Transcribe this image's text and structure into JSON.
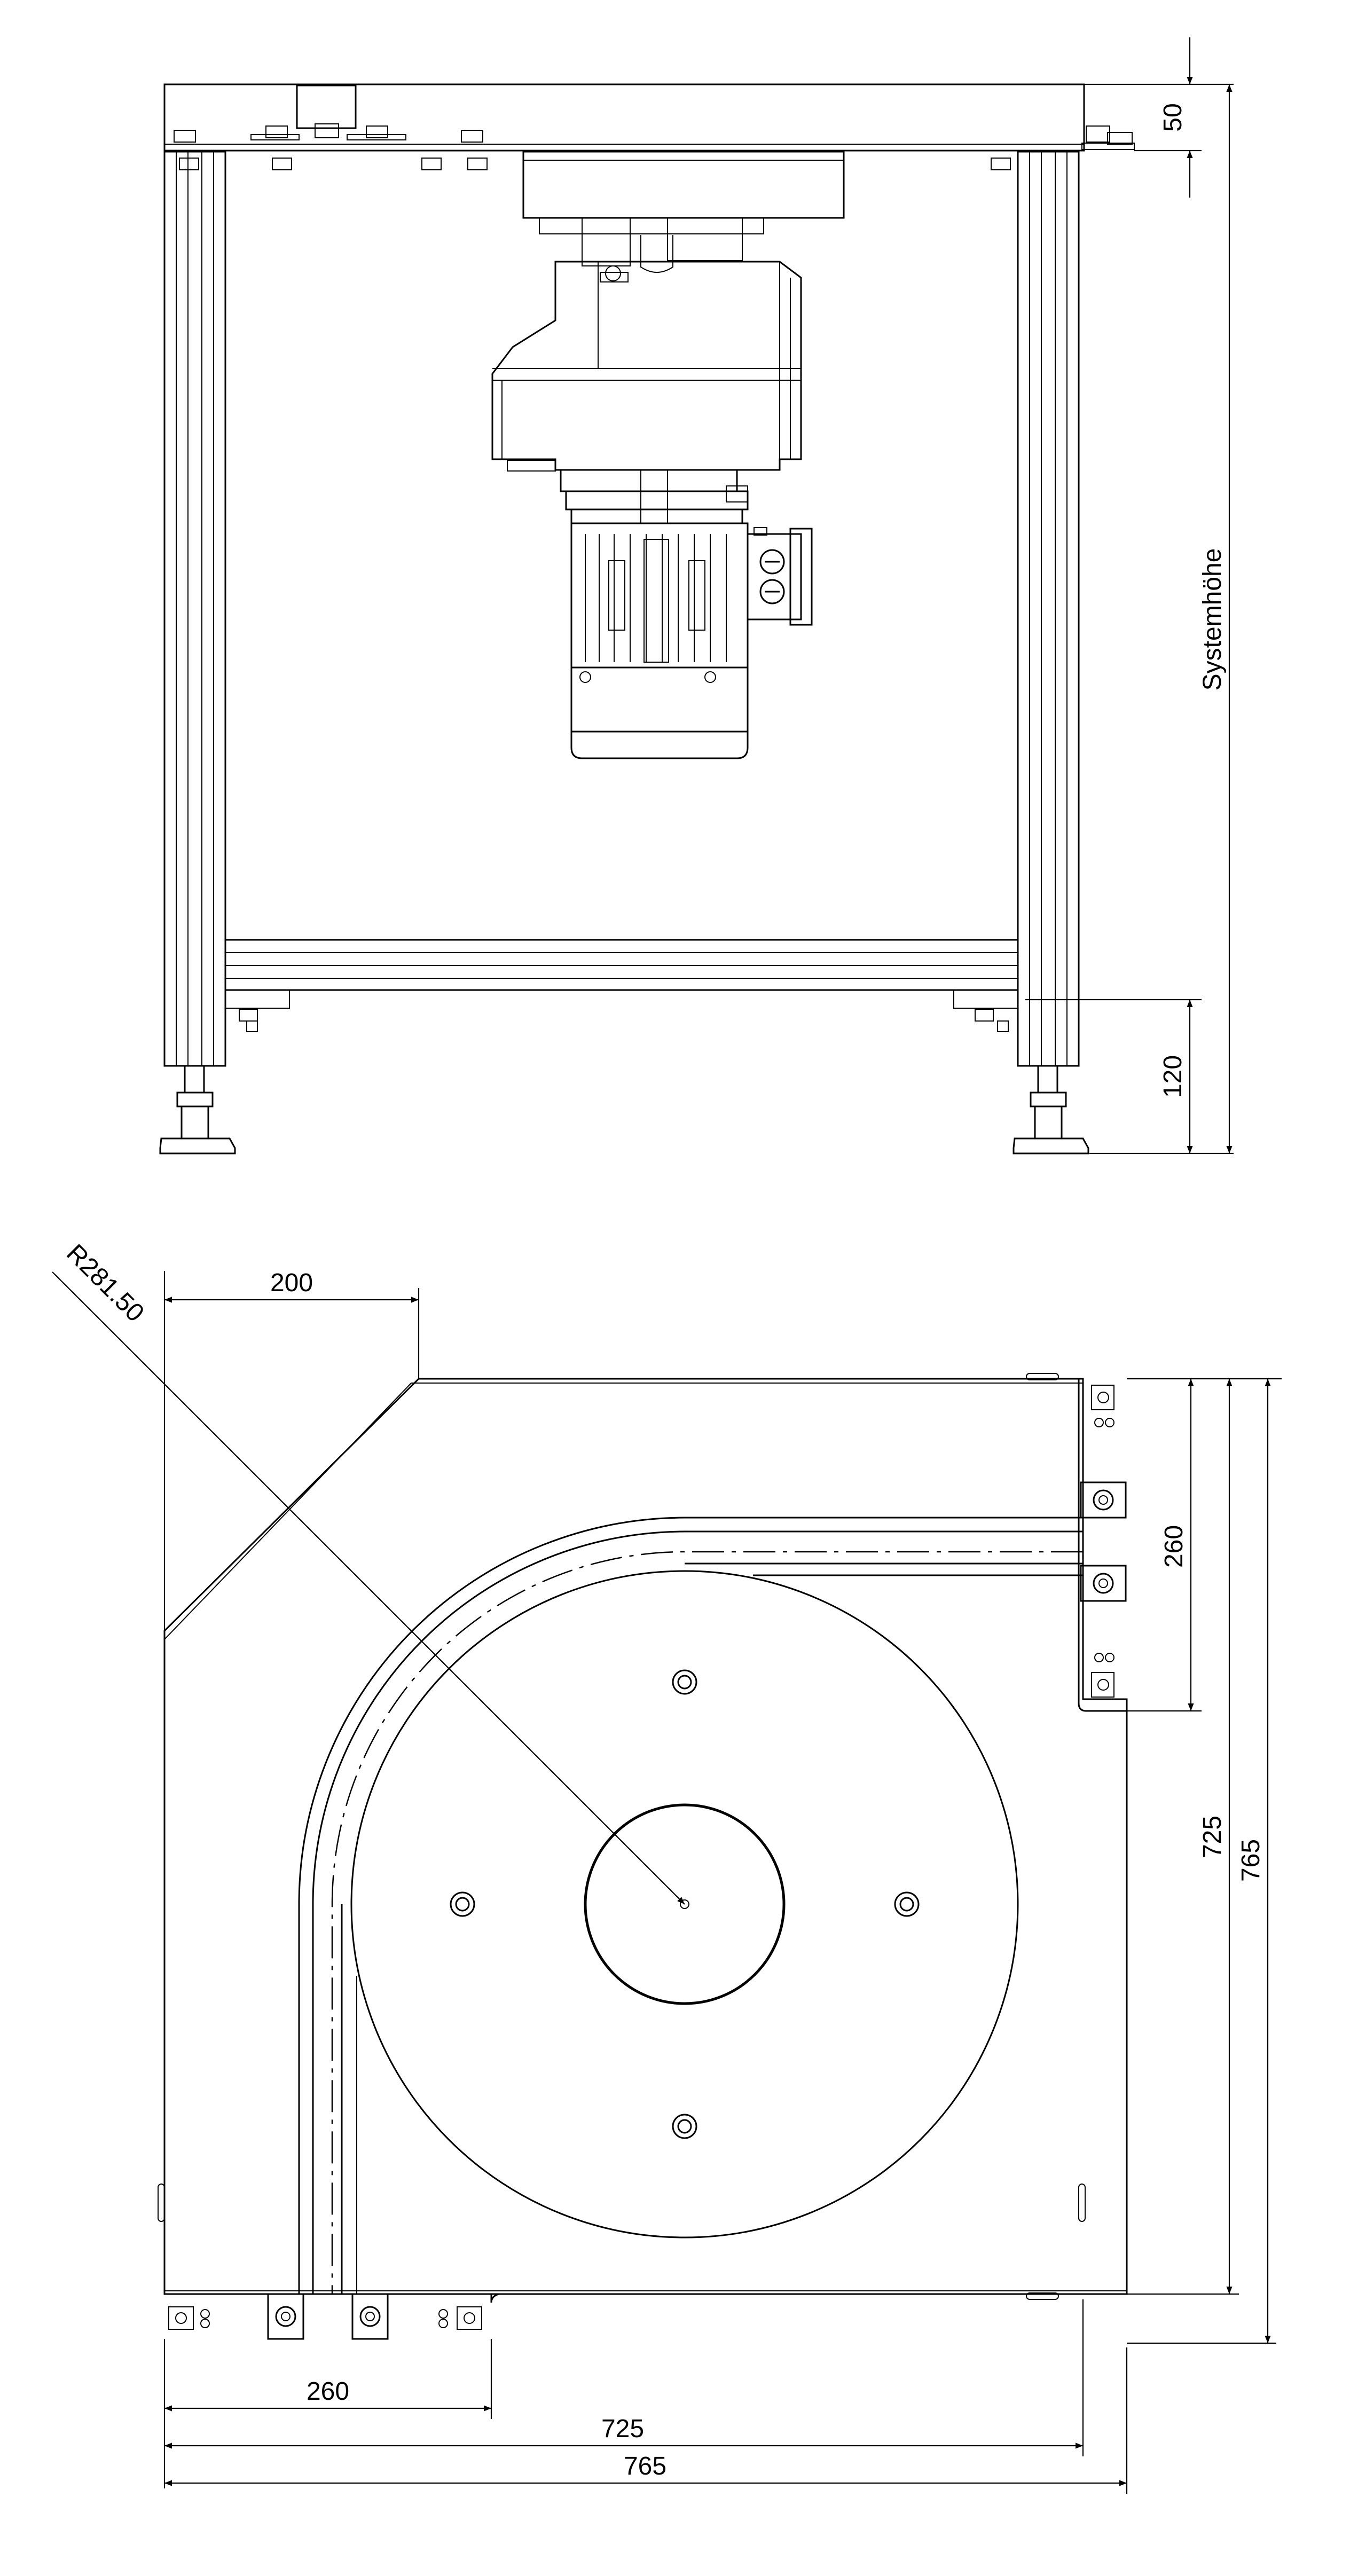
{
  "front_view": {
    "dim_top": "50",
    "dim_system_height": "Systemhöhe",
    "dim_bottom": "120"
  },
  "top_view": {
    "radius_label": "R281.50",
    "dim_200": "200",
    "dim_260_right": "260",
    "dim_725_right": "725",
    "dim_765_right": "765",
    "dim_260_bottom": "260",
    "dim_725_bottom": "725",
    "dim_765_bottom": "765"
  },
  "colors": {
    "line": "#000000",
    "background": "#ffffff"
  }
}
